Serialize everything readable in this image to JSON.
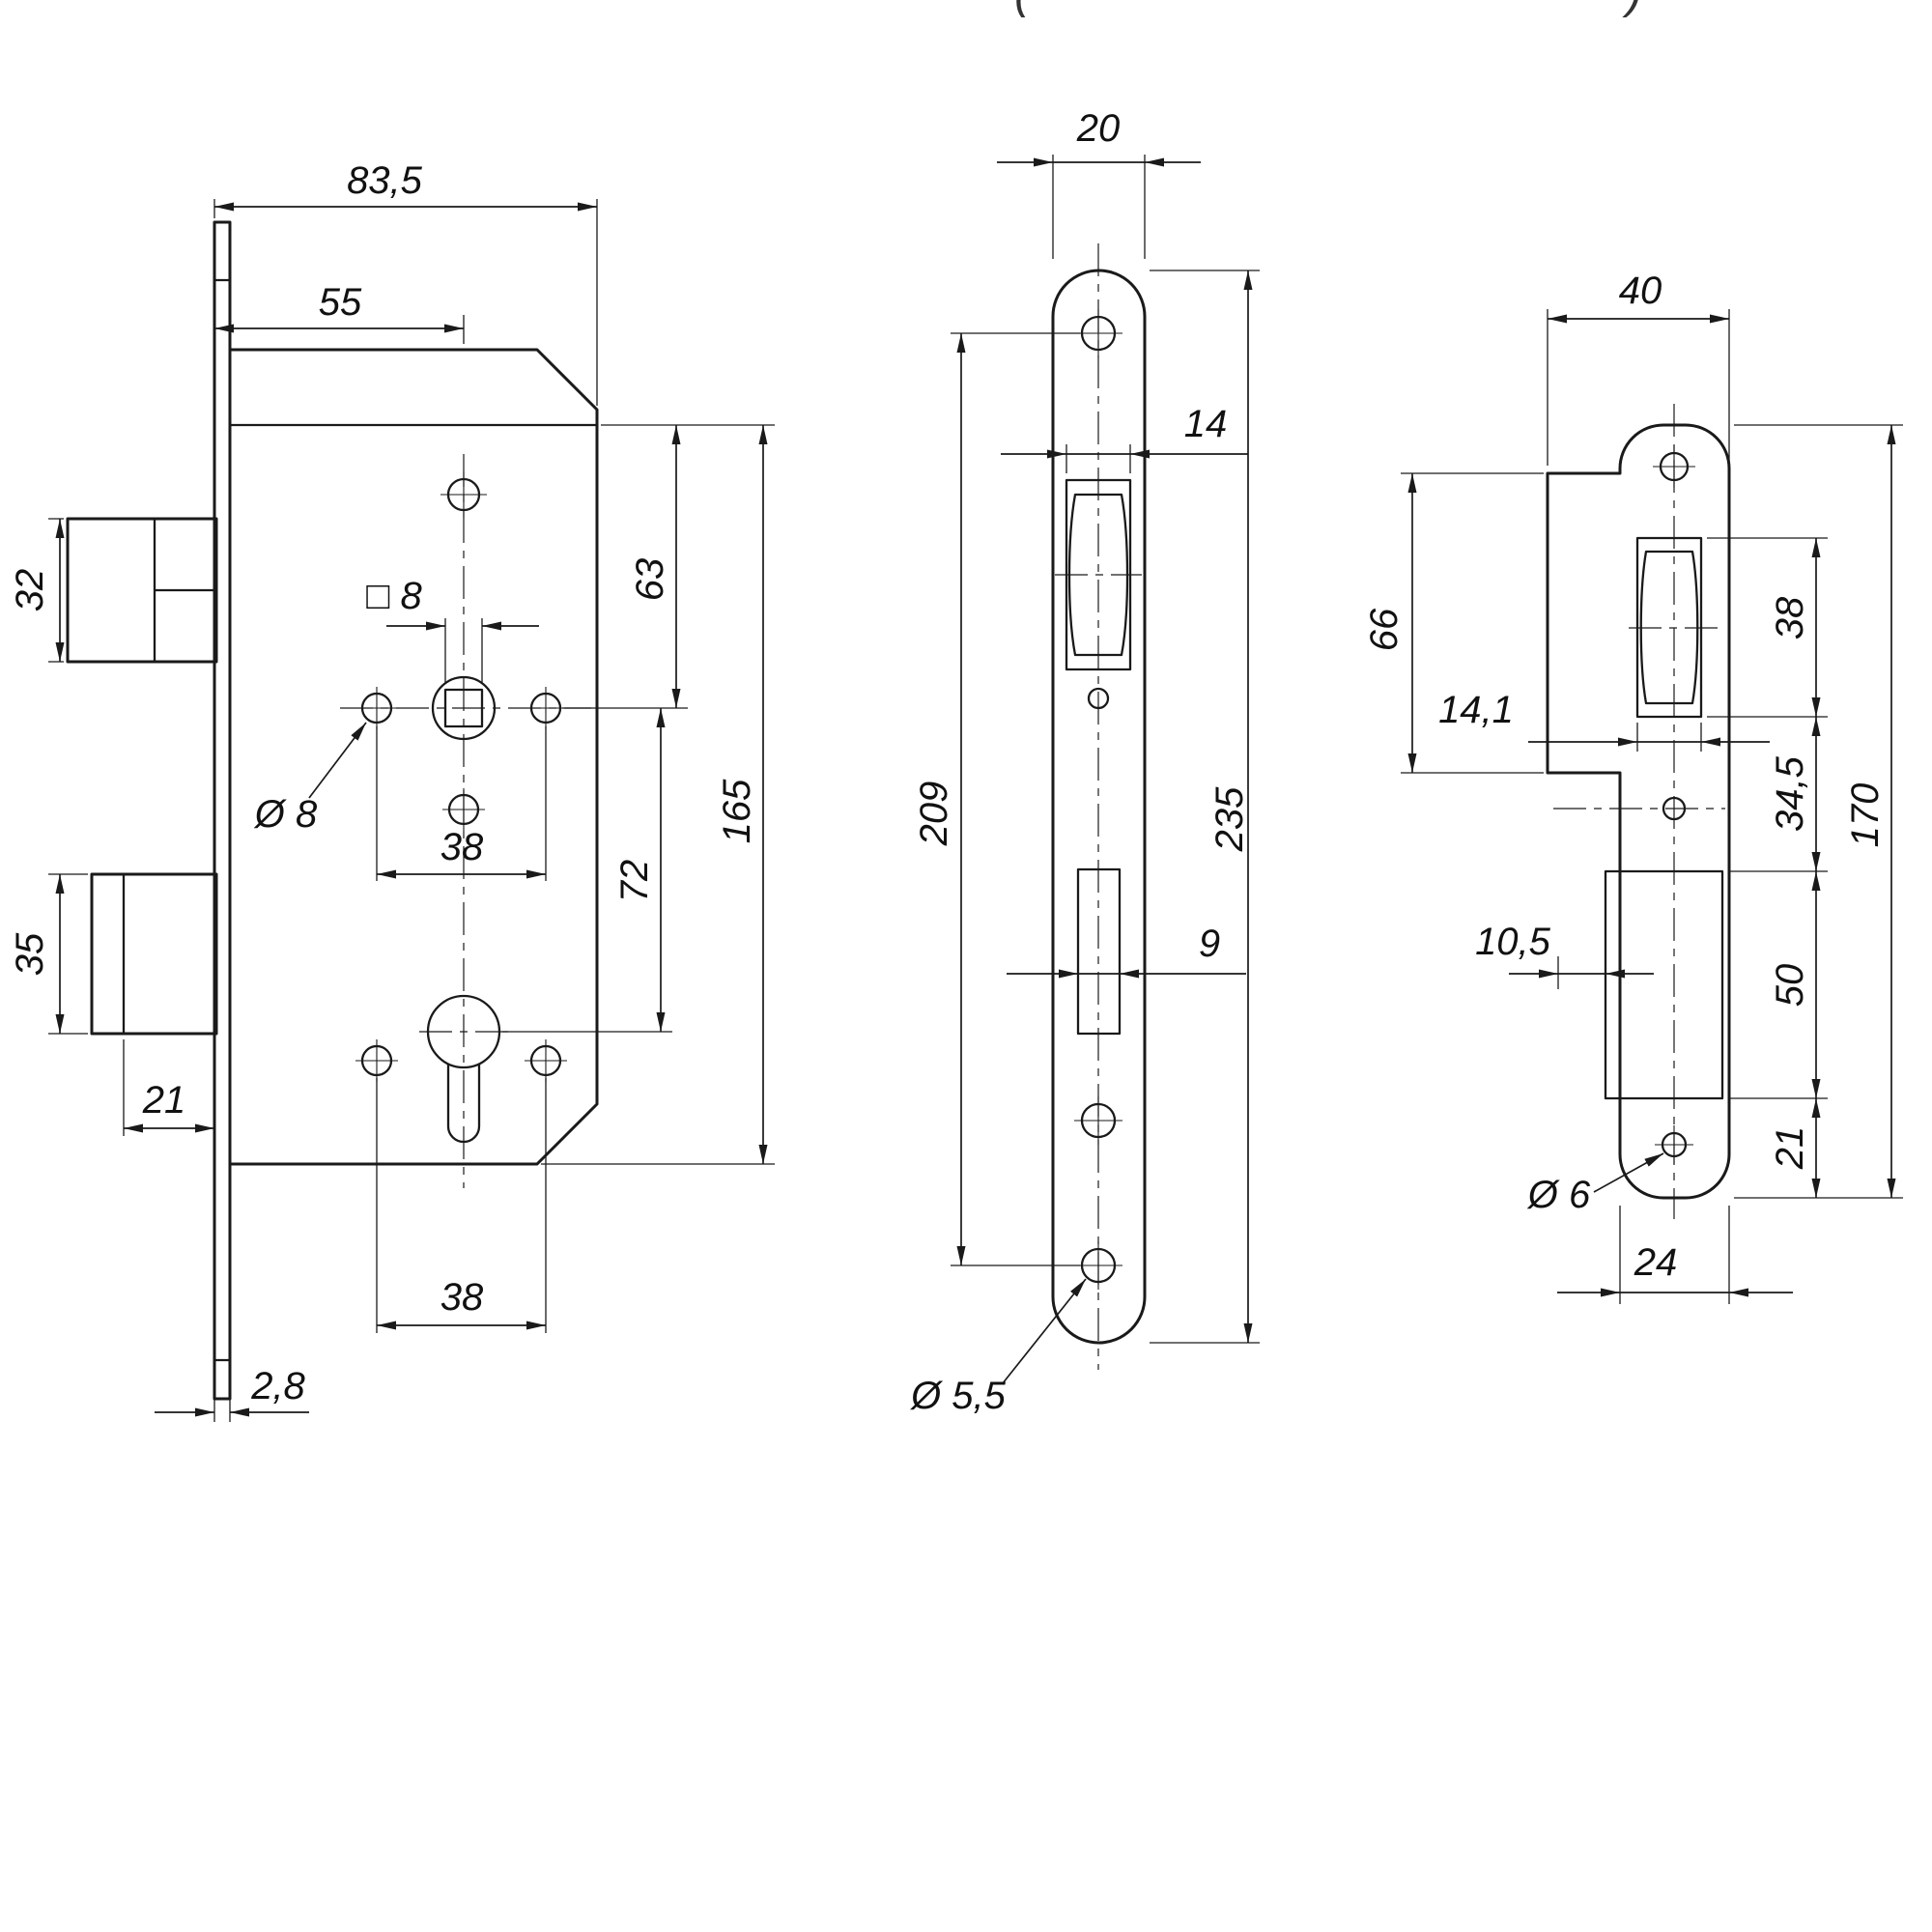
{
  "style": {
    "ink": "#1a1a1a",
    "paper": "#ffffff"
  },
  "header": {
    "partial_left": "(",
    "partial_right": ")"
  },
  "views": {
    "lock_body": {
      "dims": {
        "overall_width": "83,5",
        "backset": "55",
        "latch_height": "32",
        "square_follower": "□ 8",
        "top_to_center": "63",
        "hole_dia": "Ø 8",
        "hole_spacing_top": "38",
        "center_to_cylinder": "72",
        "case_height": "165",
        "deadbolt_height": "35",
        "deadbolt_throw": "21",
        "hole_spacing_bottom": "38",
        "plate_thickness": "2,8"
      }
    },
    "faceplate": {
      "dims": {
        "width": "20",
        "latch_cutout_width": "14",
        "screw_centers": "209",
        "length": "235",
        "deadbolt_cutout_width": "9",
        "screw_hole_dia": "Ø 5,5"
      }
    },
    "strike_plate": {
      "dims": {
        "width": "40",
        "box_height": "66",
        "latch_cutout_height": "38",
        "latch_cutout_width": "14,1",
        "mid_spacing": "34,5",
        "edge_offset": "10,5",
        "bolt_cutout_height": "50",
        "length": "170",
        "bottom_offset": "21",
        "screw_hole_dia": "Ø 6",
        "lip_width": "24"
      }
    }
  }
}
